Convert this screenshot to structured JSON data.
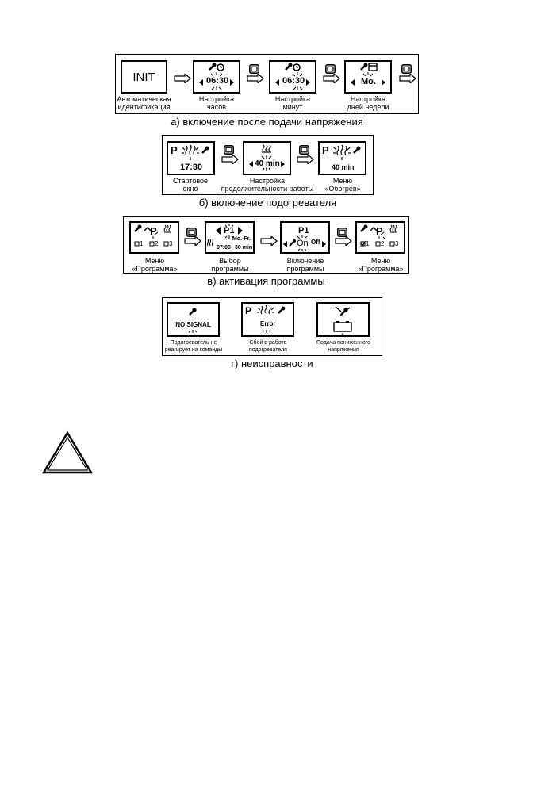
{
  "section_a": {
    "subtitle": "а) включение после подачи напряжения",
    "screens": [
      {
        "display": "INIT",
        "caption_lines": [
          "Автоматическая",
          "идентификация"
        ]
      },
      {
        "display": "06:30",
        "caption_lines": [
          "Настройка",
          "часов"
        ]
      },
      {
        "display": "06:30",
        "caption_lines": [
          "Настройка",
          "минут"
        ]
      },
      {
        "display": "Mo.",
        "caption_lines": [
          "Настройка",
          "дней недели"
        ]
      }
    ]
  },
  "section_b": {
    "subtitle": "б) включение подогревателя",
    "screens": [
      {
        "symbol": "P",
        "display": "17:30",
        "caption_lines": [
          "Стартовое",
          "окно"
        ]
      },
      {
        "display": "40 min",
        "caption_lines": [
          "Настройка",
          "продолжительности работы"
        ]
      },
      {
        "symbol": "P",
        "display": "40 min",
        "caption_lines": [
          "Меню",
          "«Обогрев»"
        ]
      }
    ]
  },
  "section_c": {
    "subtitle": "в) активация программы",
    "screens": [
      {
        "symbol": "P",
        "options": [
          "1",
          "2",
          "3"
        ],
        "caption_lines": [
          "Меню",
          "«Программа»"
        ]
      },
      {
        "program": "P1",
        "days": "Mo.-Fr.",
        "time": "07:00",
        "duration": "30 min",
        "caption_lines": [
          "Выбор",
          "программы"
        ]
      },
      {
        "program": "P1",
        "on": "On",
        "off": "Off",
        "caption_lines": [
          "Включение",
          "программы"
        ]
      },
      {
        "symbol": "P",
        "options": [
          "1",
          "2",
          "3"
        ],
        "caption_lines": [
          "Меню",
          "«Программа»"
        ]
      }
    ]
  },
  "section_d": {
    "subtitle": "г) неисправности",
    "screens": [
      {
        "display": "NO SIGNAL",
        "caption_lines": [
          "Подогреватель не",
          "реагирует на команды"
        ]
      },
      {
        "symbol": "P",
        "display": "Error",
        "caption_lines": [
          "Сбой в работе",
          "подогревателя"
        ]
      },
      {
        "caption_lines": [
          "Подача пониженного",
          "напряжения"
        ]
      }
    ]
  }
}
